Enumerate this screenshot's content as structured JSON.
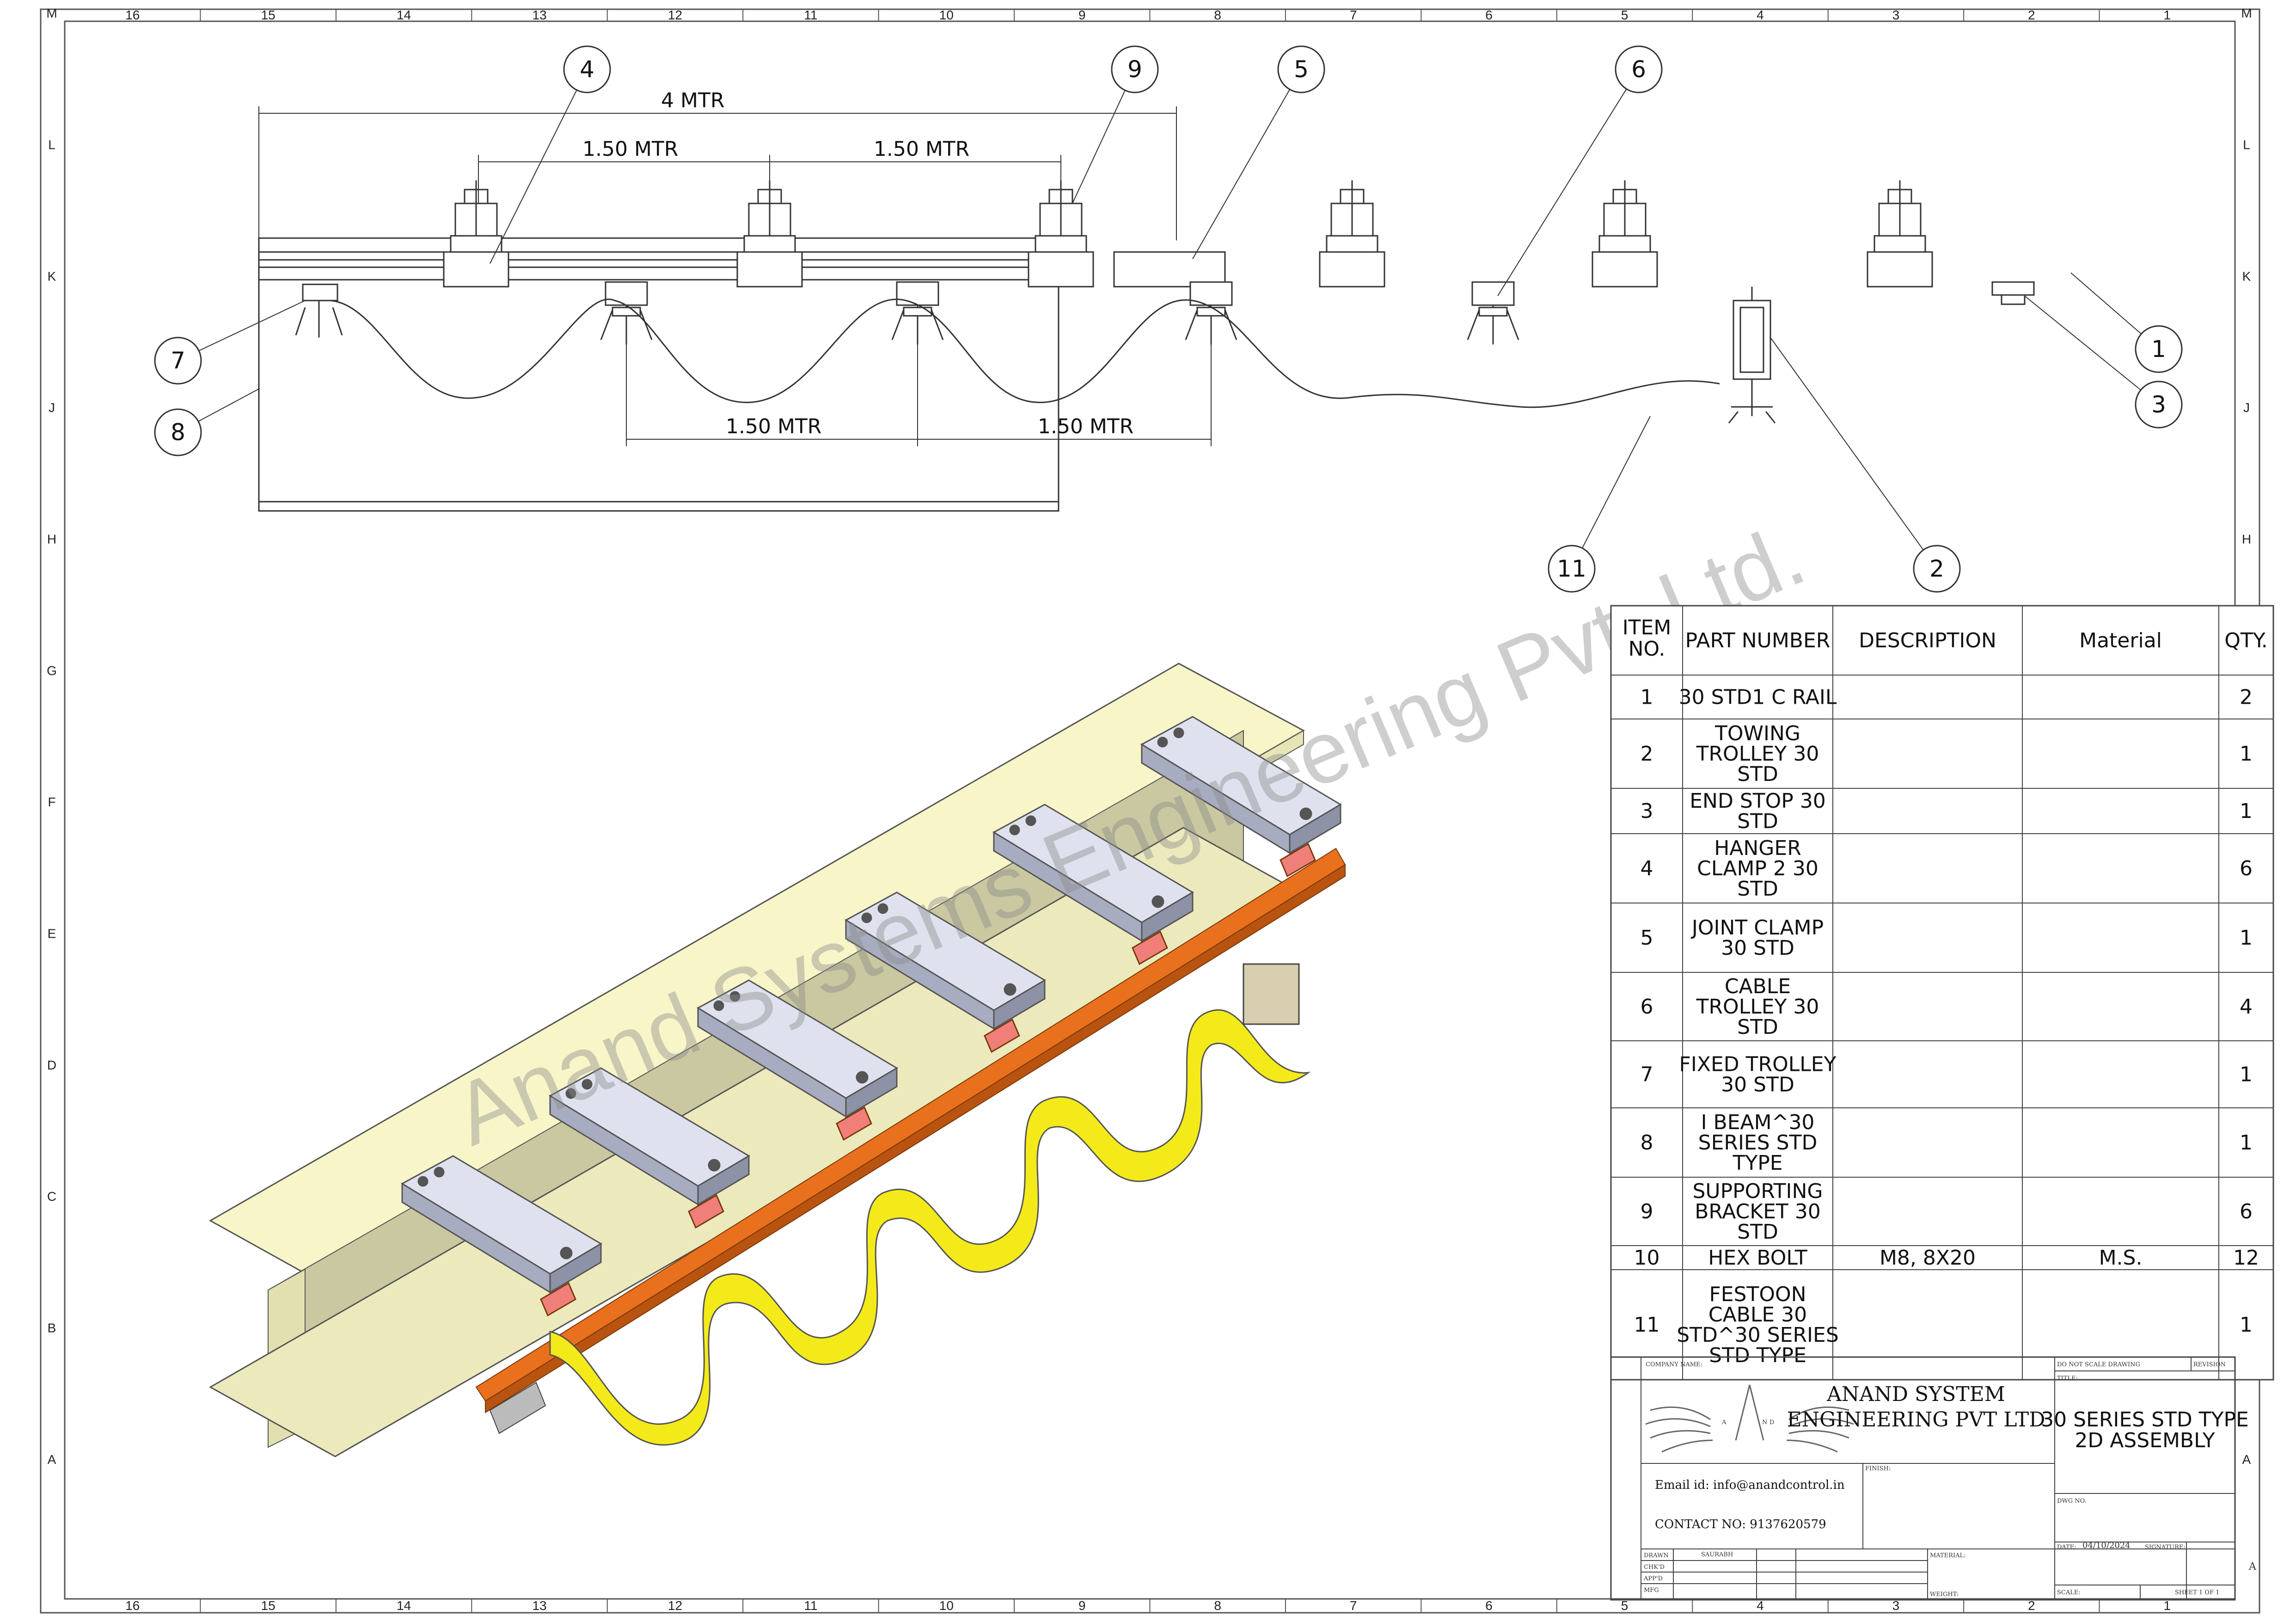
{
  "drawing": {
    "zones_top": [
      "16",
      "15",
      "14",
      "13",
      "12",
      "11",
      "10",
      "9",
      "8",
      "7",
      "6",
      "5",
      "4",
      "3",
      "2",
      "1"
    ],
    "zones_side": [
      "M",
      "L",
      "K",
      "J",
      "H",
      "G",
      "F",
      "E",
      "D",
      "C",
      "B",
      "A"
    ],
    "dimensions": {
      "overall": "4 MTR",
      "top_left": "1.50 MTR",
      "top_right": "1.50 MTR",
      "bottom_left": "1.50 MTR",
      "bottom_right": "1.50 MTR"
    },
    "balloons": [
      "1",
      "2",
      "3",
      "4",
      "5",
      "6",
      "7",
      "8",
      "9",
      "11"
    ],
    "watermark": "Anand Systems Engineering Pvt. Ltd."
  },
  "bom": {
    "headers": {
      "item_line1": "ITEM",
      "item_line2": "NO.",
      "part": "PART NUMBER",
      "desc": "DESCRIPTION",
      "material": "Material",
      "qty": "QTY."
    },
    "rows": [
      {
        "item": "1",
        "part": [
          "30 STD1 C RAIL"
        ],
        "desc": "",
        "material": "",
        "qty": "2"
      },
      {
        "item": "2",
        "part": [
          "TOWING",
          "TROLLEY 30",
          "STD"
        ],
        "desc": "",
        "material": "",
        "qty": "1"
      },
      {
        "item": "3",
        "part": [
          "END STOP 30",
          "STD"
        ],
        "desc": "",
        "material": "",
        "qty": "1"
      },
      {
        "item": "4",
        "part": [
          "HANGER",
          "CLAMP 2 30",
          "STD"
        ],
        "desc": "",
        "material": "",
        "qty": "6"
      },
      {
        "item": "5",
        "part": [
          "JOINT CLAMP",
          "30 STD"
        ],
        "desc": "",
        "material": "",
        "qty": "1"
      },
      {
        "item": "6",
        "part": [
          "CABLE",
          "TROLLEY 30",
          "STD"
        ],
        "desc": "",
        "material": "",
        "qty": "4"
      },
      {
        "item": "7",
        "part": [
          "FIXED TROLLEY",
          "30 STD"
        ],
        "desc": "",
        "material": "",
        "qty": "1"
      },
      {
        "item": "8",
        "part": [
          "I BEAM^30",
          "SERIES STD",
          "TYPE"
        ],
        "desc": "",
        "material": "",
        "qty": "1"
      },
      {
        "item": "9",
        "part": [
          "SUPPORTING",
          "BRACKET 30",
          "STD"
        ],
        "desc": "",
        "material": "",
        "qty": "6"
      },
      {
        "item": "10",
        "part": [
          "HEX BOLT"
        ],
        "desc": "M8, 8X20",
        "material": "M.S.",
        "qty": "12"
      },
      {
        "item": "11",
        "part": [
          "FESTOON",
          "CABLE 30",
          "STD^30 SERIES",
          "STD TYPE"
        ],
        "desc": "",
        "material": "",
        "qty": "1"
      }
    ]
  },
  "title_block": {
    "company_label": "COMPANY NAME:",
    "company_line1": "ANAND SYSTEM",
    "company_line2": "ENGINEERING PVT LTD",
    "logo_letters": [
      "A",
      "N",
      "D"
    ],
    "email": "Email id: info@anandcontrol.in",
    "contact": "CONTACT NO: 9137620579",
    "finish_label": "FINISH:",
    "no_scale_label": "DO NOT SCALE DRAWING",
    "revision_label": "REVISION",
    "title_label": "TITLE:",
    "title_line1": "30 SERIES STD TYPE",
    "title_line2": "2D ASSEMBLY",
    "dwg_no_label": "DWG NO.",
    "row_labels": [
      "DRAWN",
      "CHK'D",
      "APP'D",
      "MFG"
    ],
    "drawn_by": "SAURABH",
    "material_label": "MATERIAL:",
    "weight_label": "WEIGHT:",
    "date_label": "DATE:",
    "date": "04/10/2024",
    "signature_label": "SIGNATURE:",
    "size": "A",
    "scale_label": "SCALE:",
    "sheet": "SHEET 1 OF 1"
  }
}
